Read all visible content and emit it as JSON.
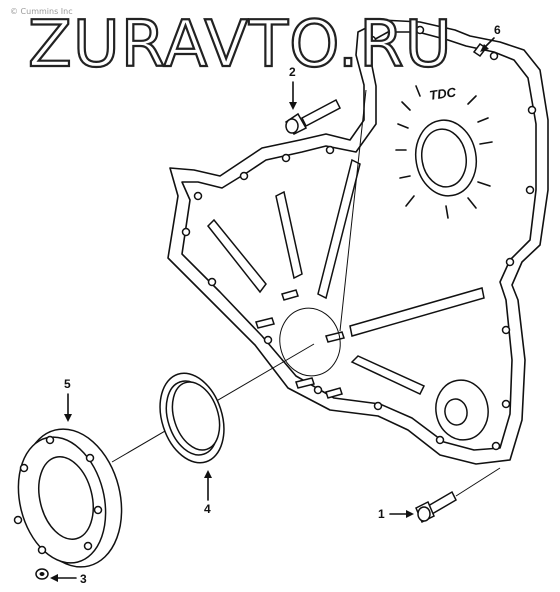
{
  "watermark": {
    "text": "ZURAVTO.RU",
    "small_text": "© Cummins Inc"
  },
  "cover": {
    "marking": "TDC"
  },
  "callouts": {
    "c1": "1",
    "c2": "2",
    "c3": "3",
    "c4": "4",
    "c5": "5",
    "c6": "6"
  },
  "colors": {
    "line": "#111111",
    "background": "#ffffff"
  }
}
